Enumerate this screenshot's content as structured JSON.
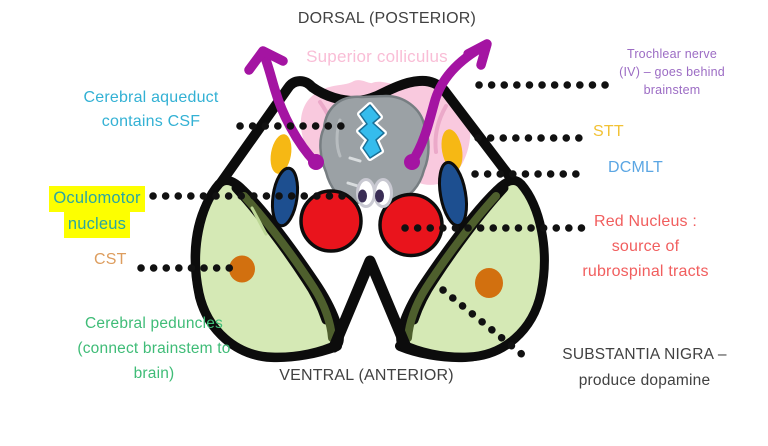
{
  "orientation": {
    "dorsal": "DORSAL (POSTERIOR)",
    "ventral": "VENTRAL (ANTERIOR)"
  },
  "labels": {
    "superior_colliculus": {
      "text": "Superior colliculus",
      "color": "#f9bdd6"
    },
    "trochlear_nerve": {
      "line1": "Trochlear nerve",
      "line2": "(IV) – goes behind",
      "line3": "brainstem",
      "color": "#9c6cc4"
    },
    "cerebral_aqueduct": {
      "line1": "Cerebral aqueduct",
      "line2": "contains CSF",
      "color": "#33b1d4"
    },
    "stt": {
      "text": "STT",
      "color": "#f2c235"
    },
    "dcmlt": {
      "text": "DCMLT",
      "color": "#5ba6e3"
    },
    "oculomotor_nucleus": {
      "line1": "Oculomotor",
      "line2": "nucleus",
      "color": "#2aa6a2",
      "highlight": "#fdff00"
    },
    "red_nucleus": {
      "line1": "Red Nucleus :",
      "line2": "source of",
      "line3": "rubrospinal tracts",
      "color": "#f15e5e"
    },
    "cst": {
      "text": "CST",
      "color": "#dd9d5e"
    },
    "cerebral_peduncles": {
      "line1": "Cerebral peduncles",
      "line2": "(connect brainstem to",
      "line3": "brain)",
      "color": "#3fbc77"
    },
    "substantia_nigra": {
      "line1": "SUBSTANTIA NIGRA –",
      "line2": "produce dopamine",
      "color": "#414141"
    }
  },
  "drawing": {
    "colors": {
      "outline": "#0c0c0c",
      "superior_colliculus_fill": "#f9c9de",
      "periaqueductal_gray": "#9ba1a5",
      "aqueduct_csf": "#35bced",
      "stt_tract": "#f6b814",
      "dcmlt_tract": "#1d4f90",
      "red_nucleus": "#e9141c",
      "cerebral_peduncle": "#d5e9b5",
      "peduncle_shading": "#4e5f2d",
      "cst_substantia_dot": "#d2700f",
      "trochlear_arrow": "#a414a2",
      "oculomotor_pupil": "#3a2d55"
    }
  }
}
